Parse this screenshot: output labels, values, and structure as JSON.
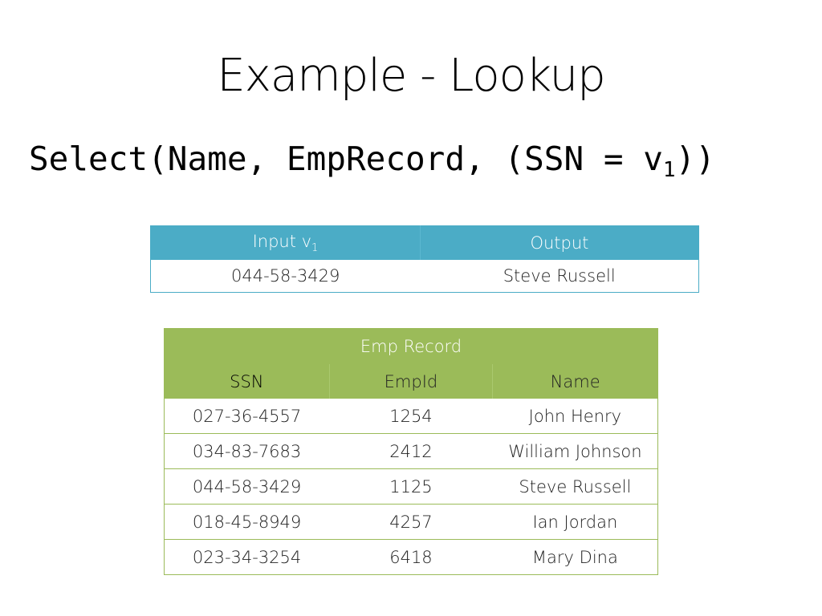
{
  "title": "Example - Lookup",
  "formula": {
    "prefix": "Select(Name, EmpRecord, (SSN = v",
    "subscript": "1",
    "suffix": "))"
  },
  "lookup_table": {
    "header_input_label": "Input v",
    "header_input_subscript": "1",
    "header_output_label": "Output",
    "row": {
      "input": "044-58-3429",
      "output": "Steve Russell"
    }
  },
  "emp_record": {
    "caption": "Emp Record",
    "columns": [
      "SSN",
      "EmpId",
      "Name"
    ],
    "rows": [
      [
        "027-36-4557",
        "1254",
        "John Henry"
      ],
      [
        "034-83-7683",
        "2412",
        "William Johnson"
      ],
      [
        "044-58-3429",
        "1125",
        "Steve Russell"
      ],
      [
        "018-45-8949",
        "4257",
        "Ian Jordan"
      ],
      [
        "023-34-3254",
        "6418",
        "Mary Dina"
      ]
    ]
  },
  "colors": {
    "lookup_header": "#4bacc6",
    "emp_header": "#9bbb59"
  }
}
